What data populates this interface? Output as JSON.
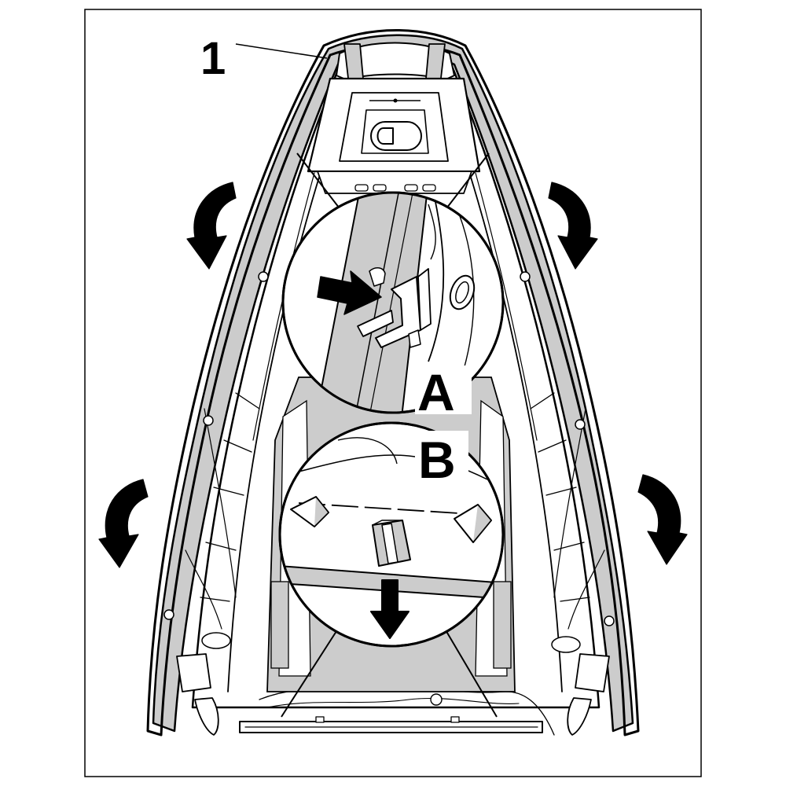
{
  "diagram": {
    "callouts": {
      "part_number": "1",
      "detail_a": "A",
      "detail_b": "B"
    },
    "colors": {
      "line": "#000000",
      "fill": "#ffffff",
      "shade": "#cccccc"
    }
  }
}
